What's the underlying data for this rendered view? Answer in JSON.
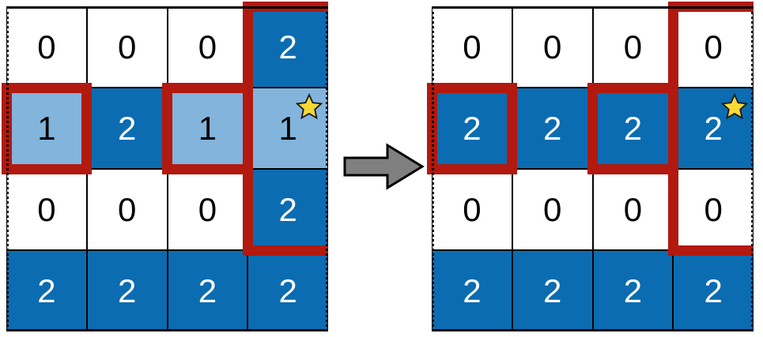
{
  "figure": {
    "type": "grid-transformation-diagram",
    "colors": {
      "cell_empty": "#ffffff",
      "cell_light": "#82b4dc",
      "cell_filled": "#0b6cb1",
      "highlight_border": "#b2190f",
      "grid_line": "#000000",
      "arrow_fill": "#808080",
      "arrow_stroke": "#000000",
      "star_fill": "#f5d936",
      "star_stroke": "#1a1a1a"
    },
    "arrow": {
      "icon": "right-arrow-icon",
      "direction": "right"
    }
  },
  "grids": [
    {
      "id": "before",
      "name": "input-grid",
      "rows": 4,
      "cols": 4,
      "cells": [
        [
          {
            "value": "0",
            "fill": "empty"
          },
          {
            "value": "0",
            "fill": "empty"
          },
          {
            "value": "0",
            "fill": "empty"
          },
          {
            "value": "2",
            "fill": "filled"
          }
        ],
        [
          {
            "value": "1",
            "fill": "light"
          },
          {
            "value": "2",
            "fill": "filled"
          },
          {
            "value": "1",
            "fill": "light"
          },
          {
            "value": "1",
            "fill": "light",
            "star": true
          }
        ],
        [
          {
            "value": "0",
            "fill": "empty"
          },
          {
            "value": "0",
            "fill": "empty"
          },
          {
            "value": "0",
            "fill": "empty"
          },
          {
            "value": "2",
            "fill": "filled"
          }
        ],
        [
          {
            "value": "2",
            "fill": "filled"
          },
          {
            "value": "2",
            "fill": "filled"
          },
          {
            "value": "2",
            "fill": "filled"
          },
          {
            "value": "2",
            "fill": "filled"
          }
        ]
      ],
      "highlights": [
        {
          "name": "highlight-cell-r1c0",
          "row": 1,
          "col": 0,
          "edges": [
            "top",
            "left",
            "right",
            "bottom"
          ]
        },
        {
          "name": "highlight-cell-r1c2",
          "row": 1,
          "col": 2,
          "edges": [
            "top",
            "left",
            "bottom"
          ]
        },
        {
          "name": "highlight-column-3-rows-0-2",
          "edges": [
            "top",
            "left",
            "bottom"
          ]
        }
      ]
    },
    {
      "id": "after",
      "name": "output-grid",
      "rows": 4,
      "cols": 4,
      "cells": [
        [
          {
            "value": "0",
            "fill": "empty"
          },
          {
            "value": "0",
            "fill": "empty"
          },
          {
            "value": "0",
            "fill": "empty"
          },
          {
            "value": "0",
            "fill": "empty"
          }
        ],
        [
          {
            "value": "2",
            "fill": "filled"
          },
          {
            "value": "2",
            "fill": "filled"
          },
          {
            "value": "2",
            "fill": "filled"
          },
          {
            "value": "2",
            "fill": "filled",
            "star": true
          }
        ],
        [
          {
            "value": "0",
            "fill": "empty"
          },
          {
            "value": "0",
            "fill": "empty"
          },
          {
            "value": "0",
            "fill": "empty"
          },
          {
            "value": "0",
            "fill": "empty"
          }
        ],
        [
          {
            "value": "2",
            "fill": "filled"
          },
          {
            "value": "2",
            "fill": "filled"
          },
          {
            "value": "2",
            "fill": "filled"
          },
          {
            "value": "2",
            "fill": "filled"
          }
        ]
      ],
      "highlights": [
        {
          "name": "highlight-cell-r1c0",
          "row": 1,
          "col": 0,
          "edges": [
            "top",
            "left",
            "right",
            "bottom"
          ]
        },
        {
          "name": "highlight-cell-r1c2",
          "row": 1,
          "col": 2,
          "edges": [
            "top",
            "left",
            "bottom"
          ]
        },
        {
          "name": "highlight-column-3-rows-0-2",
          "edges": [
            "top",
            "left",
            "bottom"
          ]
        }
      ]
    }
  ]
}
